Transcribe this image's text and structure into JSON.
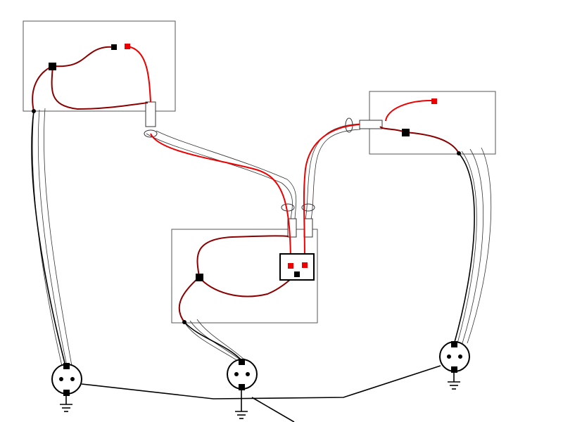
{
  "colors": {
    "hot": "#8b0000",
    "switched": "#ee0000",
    "neutral": "#000000",
    "terminal_hot": "#000000",
    "terminal_switched": "#ee0000"
  },
  "components": {
    "boxes": [
      "junction-box-top-left",
      "junction-box-top-right",
      "switch-box-center"
    ],
    "switch": "single-pole-switch",
    "outlets": [
      "outlet-left",
      "outlet-center",
      "outlet-right"
    ],
    "ground_symbol_icon": "ground-icon"
  }
}
